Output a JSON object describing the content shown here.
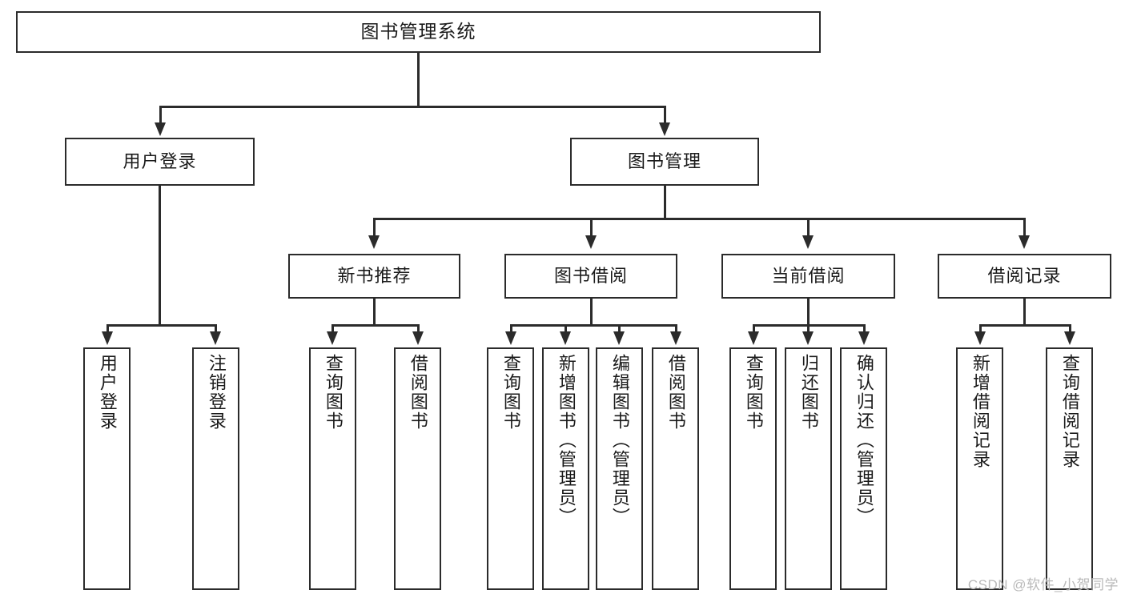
{
  "diagram": {
    "title": "图书管理系统",
    "type": "function-structure-tree",
    "root": {
      "id": "root",
      "label": "图书管理系统"
    },
    "level2": [
      {
        "id": "user-login",
        "label": "用户登录"
      },
      {
        "id": "book-manage",
        "label": "图书管理"
      }
    ],
    "level3": [
      {
        "id": "new-book-recommend",
        "label": "新书推荐"
      },
      {
        "id": "book-borrow",
        "label": "图书借阅"
      },
      {
        "id": "current-borrow",
        "label": "当前借阅"
      },
      {
        "id": "borrow-record",
        "label": "借阅记录"
      }
    ],
    "leaves": {
      "user_login": [
        {
          "id": "leaf-user-login",
          "label": "用户登录"
        },
        {
          "id": "leaf-user-logout",
          "label": "注销登录"
        }
      ],
      "new_book_recommend": [
        {
          "id": "leaf-query-book-1",
          "label": "查询图书"
        },
        {
          "id": "leaf-borrow-book-1",
          "label": "借阅图书"
        }
      ],
      "book_borrow": [
        {
          "id": "leaf-query-book-2",
          "label": "查询图书"
        },
        {
          "id": "leaf-add-book",
          "label": "新增图书（管理员）"
        },
        {
          "id": "leaf-edit-book",
          "label": "编辑图书（管理员）"
        },
        {
          "id": "leaf-borrow-book-2",
          "label": "借阅图书"
        }
      ],
      "current_borrow": [
        {
          "id": "leaf-query-book-3",
          "label": "查询图书"
        },
        {
          "id": "leaf-return-book",
          "label": "归还图书"
        },
        {
          "id": "leaf-confirm-return",
          "label": "确认归还（管理员）"
        }
      ],
      "borrow_record": [
        {
          "id": "leaf-add-record",
          "label": "新增借阅记录"
        },
        {
          "id": "leaf-query-record",
          "label": "查询借阅记录"
        }
      ]
    }
  },
  "watermark": {
    "text": "CSDN @软件_小贺同学"
  },
  "colors": {
    "stroke": "#2b2b2b",
    "text": "#1a1a1a",
    "background": "#ffffff",
    "watermark": "#b9b9b9"
  }
}
